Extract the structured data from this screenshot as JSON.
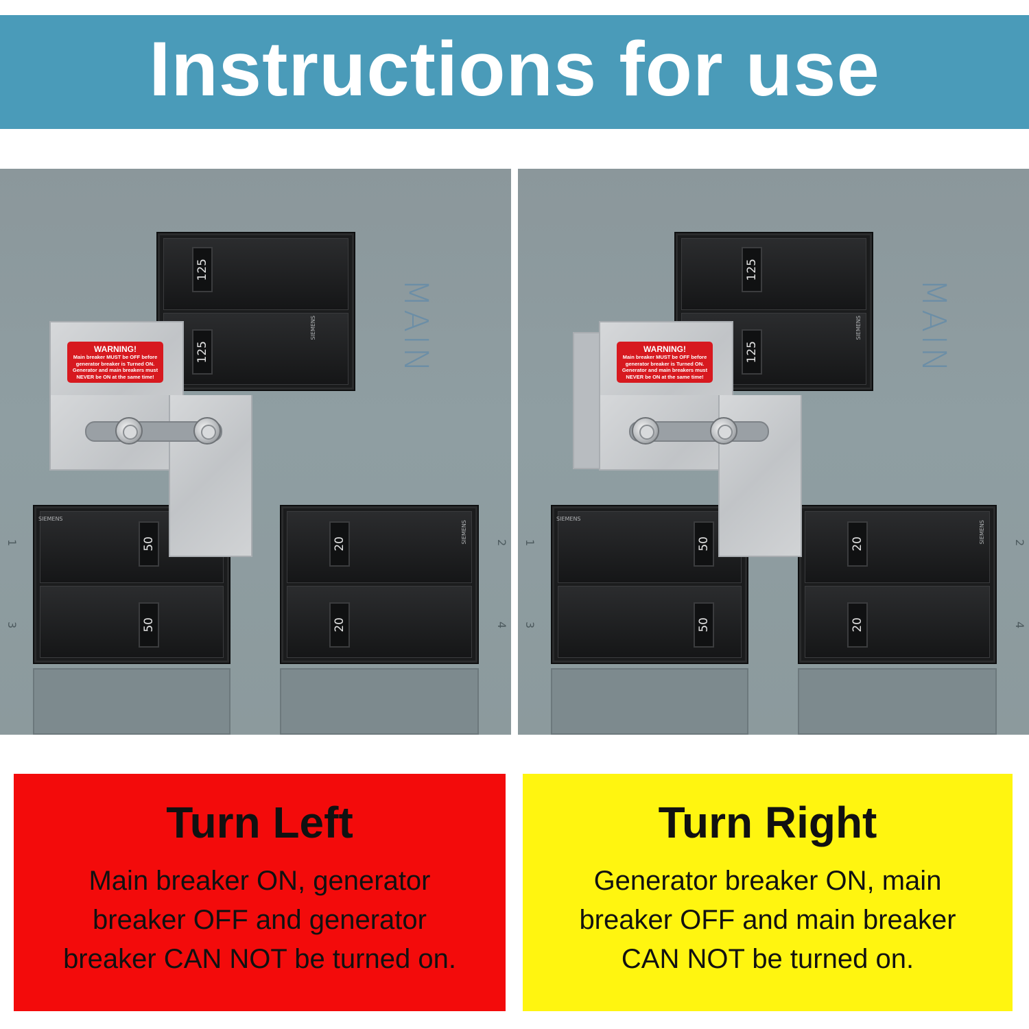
{
  "header": {
    "title": "Instructions for use"
  },
  "photos": {
    "main_label": "MAIN",
    "main_breaker_rating": "125",
    "generator_breaker_rating": "50",
    "branch_breaker_rating": "20",
    "brand_label": "SIEMENS",
    "warning": {
      "title": "WARNING!",
      "line1": "Main breaker MUST be OFF before",
      "line2": "generator breaker is Turned ON.",
      "line3": "Generator and main breakers must",
      "line4": "NEVER be ON at the same time!"
    }
  },
  "left_card": {
    "title": "Turn Left",
    "line1": "Main breaker ON, generator",
    "line2": "breaker OFF and generator",
    "line3": "breaker CAN NOT be turned on."
  },
  "right_card": {
    "title": "Turn Right",
    "line1": "Generator breaker ON, main",
    "line2": "breaker OFF and main breaker",
    "line3": "CAN NOT be turned on."
  },
  "colors": {
    "banner": "#4a9bb9",
    "left_card": "#f30b0b",
    "right_card": "#fff510",
    "warning_label": "#d7191f"
  }
}
